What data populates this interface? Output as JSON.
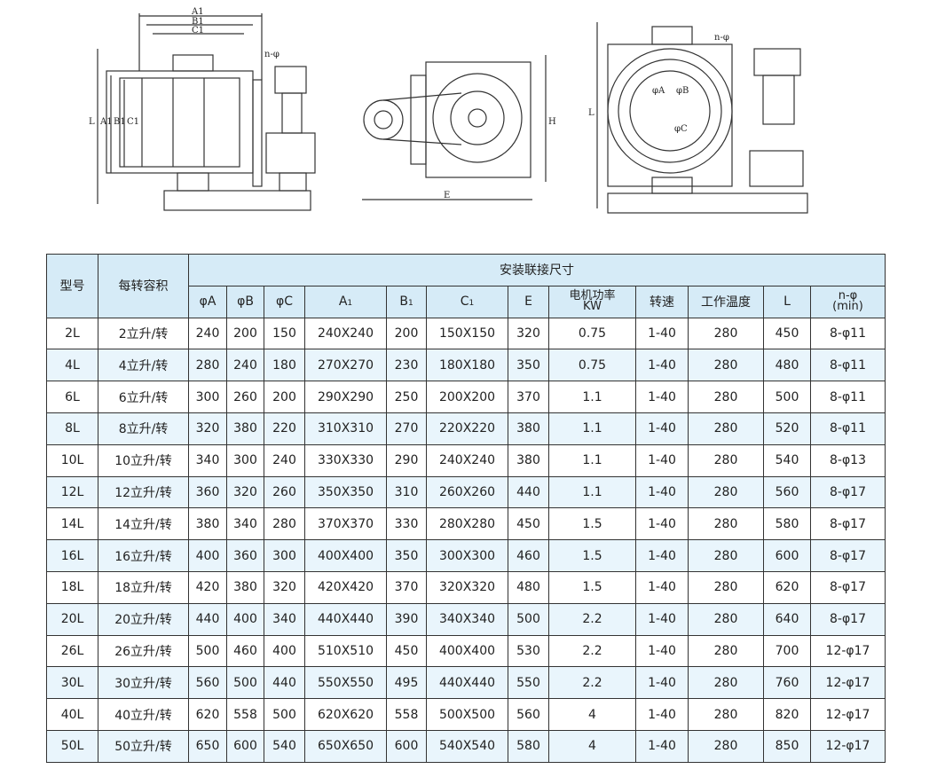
{
  "drawings": {
    "front": {
      "labels": [
        "A1",
        "B1",
        "C1",
        "n-φ",
        "L",
        "A1",
        "B1",
        "C1"
      ]
    },
    "side": {
      "labels": [
        "H",
        "E"
      ]
    },
    "top": {
      "labels": [
        "n-φ",
        "L",
        "φA",
        "φB",
        "φC"
      ]
    }
  },
  "table": {
    "col_model": "型号",
    "col_volume": "每转容积",
    "group_header": "安装联接尺寸",
    "headers": [
      "φA",
      "φB",
      "φC",
      "A",
      "B",
      "C",
      "E",
      "电机功率",
      "转速",
      "工作温度",
      "L",
      "n-φ"
    ],
    "header_subs": {
      "a1": "1",
      "b1": "1",
      "c1": "1",
      "power_unit": "KW",
      "nphi_unit": "(min)"
    },
    "rows": [
      [
        "2L",
        "2立升/转",
        "240",
        "200",
        "150",
        "240X240",
        "200",
        "150X150",
        "320",
        "0.75",
        "1-40",
        "280",
        "450",
        "8-φ11"
      ],
      [
        "4L",
        "4立升/转",
        "280",
        "240",
        "180",
        "270X270",
        "230",
        "180X180",
        "350",
        "0.75",
        "1-40",
        "280",
        "480",
        "8-φ11"
      ],
      [
        "6L",
        "6立升/转",
        "300",
        "260",
        "200",
        "290X290",
        "250",
        "200X200",
        "370",
        "1.1",
        "1-40",
        "280",
        "500",
        "8-φ11"
      ],
      [
        "8L",
        "8立升/转",
        "320",
        "380",
        "220",
        "310X310",
        "270",
        "220X220",
        "380",
        "1.1",
        "1-40",
        "280",
        "520",
        "8-φ11"
      ],
      [
        "10L",
        "10立升/转",
        "340",
        "300",
        "240",
        "330X330",
        "290",
        "240X240",
        "380",
        "1.1",
        "1-40",
        "280",
        "540",
        "8-φ13"
      ],
      [
        "12L",
        "12立升/转",
        "360",
        "320",
        "260",
        "350X350",
        "310",
        "260X260",
        "440",
        "1.1",
        "1-40",
        "280",
        "560",
        "8-φ17"
      ],
      [
        "14L",
        "14立升/转",
        "380",
        "340",
        "280",
        "370X370",
        "330",
        "280X280",
        "450",
        "1.5",
        "1-40",
        "280",
        "580",
        "8-φ17"
      ],
      [
        "16L",
        "16立升/转",
        "400",
        "360",
        "300",
        "400X400",
        "350",
        "300X300",
        "460",
        "1.5",
        "1-40",
        "280",
        "600",
        "8-φ17"
      ],
      [
        "18L",
        "18立升/转",
        "420",
        "380",
        "320",
        "420X420",
        "370",
        "320X320",
        "480",
        "1.5",
        "1-40",
        "280",
        "620",
        "8-φ17"
      ],
      [
        "20L",
        "20立升/转",
        "440",
        "400",
        "340",
        "440X440",
        "390",
        "340X340",
        "500",
        "2.2",
        "1-40",
        "280",
        "640",
        "8-φ17"
      ],
      [
        "26L",
        "26立升/转",
        "500",
        "460",
        "400",
        "510X510",
        "450",
        "400X400",
        "530",
        "2.2",
        "1-40",
        "280",
        "700",
        "12-φ17"
      ],
      [
        "30L",
        "30立升/转",
        "560",
        "500",
        "440",
        "550X550",
        "495",
        "440X440",
        "550",
        "2.2",
        "1-40",
        "280",
        "760",
        "12-φ17"
      ],
      [
        "40L",
        "40立升/转",
        "620",
        "558",
        "500",
        "620X620",
        "558",
        "500X500",
        "560",
        "4",
        "1-40",
        "280",
        "820",
        "12-φ17"
      ],
      [
        "50L",
        "50立升/转",
        "650",
        "600",
        "540",
        "650X650",
        "600",
        "540X540",
        "580",
        "4",
        "1-40",
        "280",
        "850",
        "12-φ17"
      ]
    ]
  }
}
